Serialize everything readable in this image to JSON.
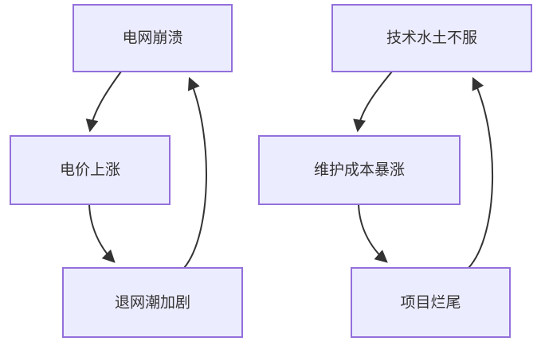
{
  "diagram": {
    "type": "flowchart-cycles",
    "colors": {
      "node_fill": "#ECECFF",
      "node_border": "#9370DB",
      "edge": "#333333",
      "text": "#333333",
      "background": "#ffffff"
    },
    "clusters": [
      {
        "name": "left-cycle",
        "nodes": [
          {
            "id": "A",
            "label": "电网崩溃"
          },
          {
            "id": "B",
            "label": "电价上涨"
          },
          {
            "id": "C",
            "label": "退网潮加剧"
          }
        ],
        "edges": [
          {
            "from": "A",
            "to": "B"
          },
          {
            "from": "B",
            "to": "C"
          },
          {
            "from": "C",
            "to": "A"
          }
        ]
      },
      {
        "name": "right-cycle",
        "nodes": [
          {
            "id": "D",
            "label": "技术水土不服"
          },
          {
            "id": "E",
            "label": "维护成本暴涨"
          },
          {
            "id": "F",
            "label": "项目烂尾"
          }
        ],
        "edges": [
          {
            "from": "D",
            "to": "E"
          },
          {
            "from": "E",
            "to": "F"
          },
          {
            "from": "F",
            "to": "D"
          }
        ]
      }
    ]
  }
}
